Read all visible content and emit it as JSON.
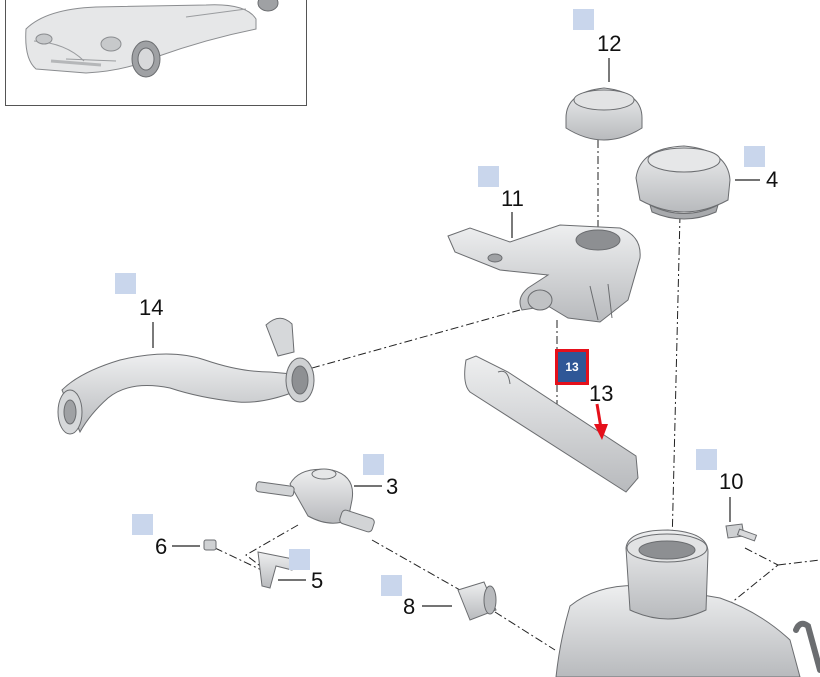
{
  "parts": [
    {
      "id": "p12",
      "label": "12"
    },
    {
      "id": "p4",
      "label": "4"
    },
    {
      "id": "p11",
      "label": "11"
    },
    {
      "id": "p14",
      "label": "14"
    },
    {
      "id": "p13",
      "label": "13"
    },
    {
      "id": "p3",
      "label": "3"
    },
    {
      "id": "p10",
      "label": "10"
    },
    {
      "id": "p6",
      "label": "6"
    },
    {
      "id": "p5",
      "label": "5"
    },
    {
      "id": "p8",
      "label": "8"
    }
  ],
  "selected_marker_label": "13",
  "colors": {
    "marker": "#c9d6ec",
    "selected_marker_fill": "#2f5797",
    "selected_marker_border": "#e5101b",
    "arrow": "#e5101b",
    "part_fill": "#d2d4d6",
    "part_stroke": "#6b6d70",
    "leader": "#222222"
  }
}
